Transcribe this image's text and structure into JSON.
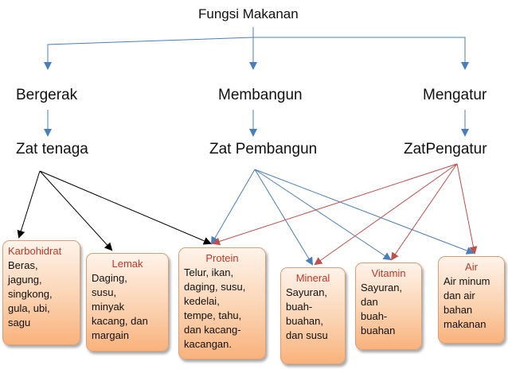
{
  "title": "Fungsi Makanan",
  "functions": [
    {
      "label": "Bergerak",
      "substance": "Zat tenaga"
    },
    {
      "label": "Membangun",
      "substance": "Zat Pembangun"
    },
    {
      "label": "Mengatur",
      "substance": "ZatPengatur"
    }
  ],
  "boxes": [
    {
      "title": "Karbohidrat",
      "lines": [
        "Beras,",
        "jagung,",
        "singkong,",
        "gula, ubi,",
        "sagu"
      ]
    },
    {
      "title": "Lemak",
      "lines": [
        "Daging,",
        "susu,",
        "minyak",
        "kacang, dan",
        "margain"
      ]
    },
    {
      "title": "Protein",
      "lines": [
        "Telur, ikan,",
        "daging, susu,",
        "kedelai,",
        "tempe, tahu,",
        "dan kacang-",
        "kacangan."
      ]
    },
    {
      "title": "Mineral",
      "lines": [
        "Sayuran,",
        "buah-",
        "buahan,",
        "dan susu"
      ]
    },
    {
      "title": "Vitamin",
      "lines": [
        "Sayuran,",
        "dan",
        "buah-",
        "buahan"
      ]
    },
    {
      "title": "Air",
      "lines": [
        "Air minum",
        "dan air",
        "bahan",
        "makanan"
      ]
    }
  ],
  "colors": {
    "arrow_blue": "#4a7ebb",
    "arrow_black": "#000000",
    "arrow_red": "#c0504d",
    "box_title": "#c0392b"
  }
}
